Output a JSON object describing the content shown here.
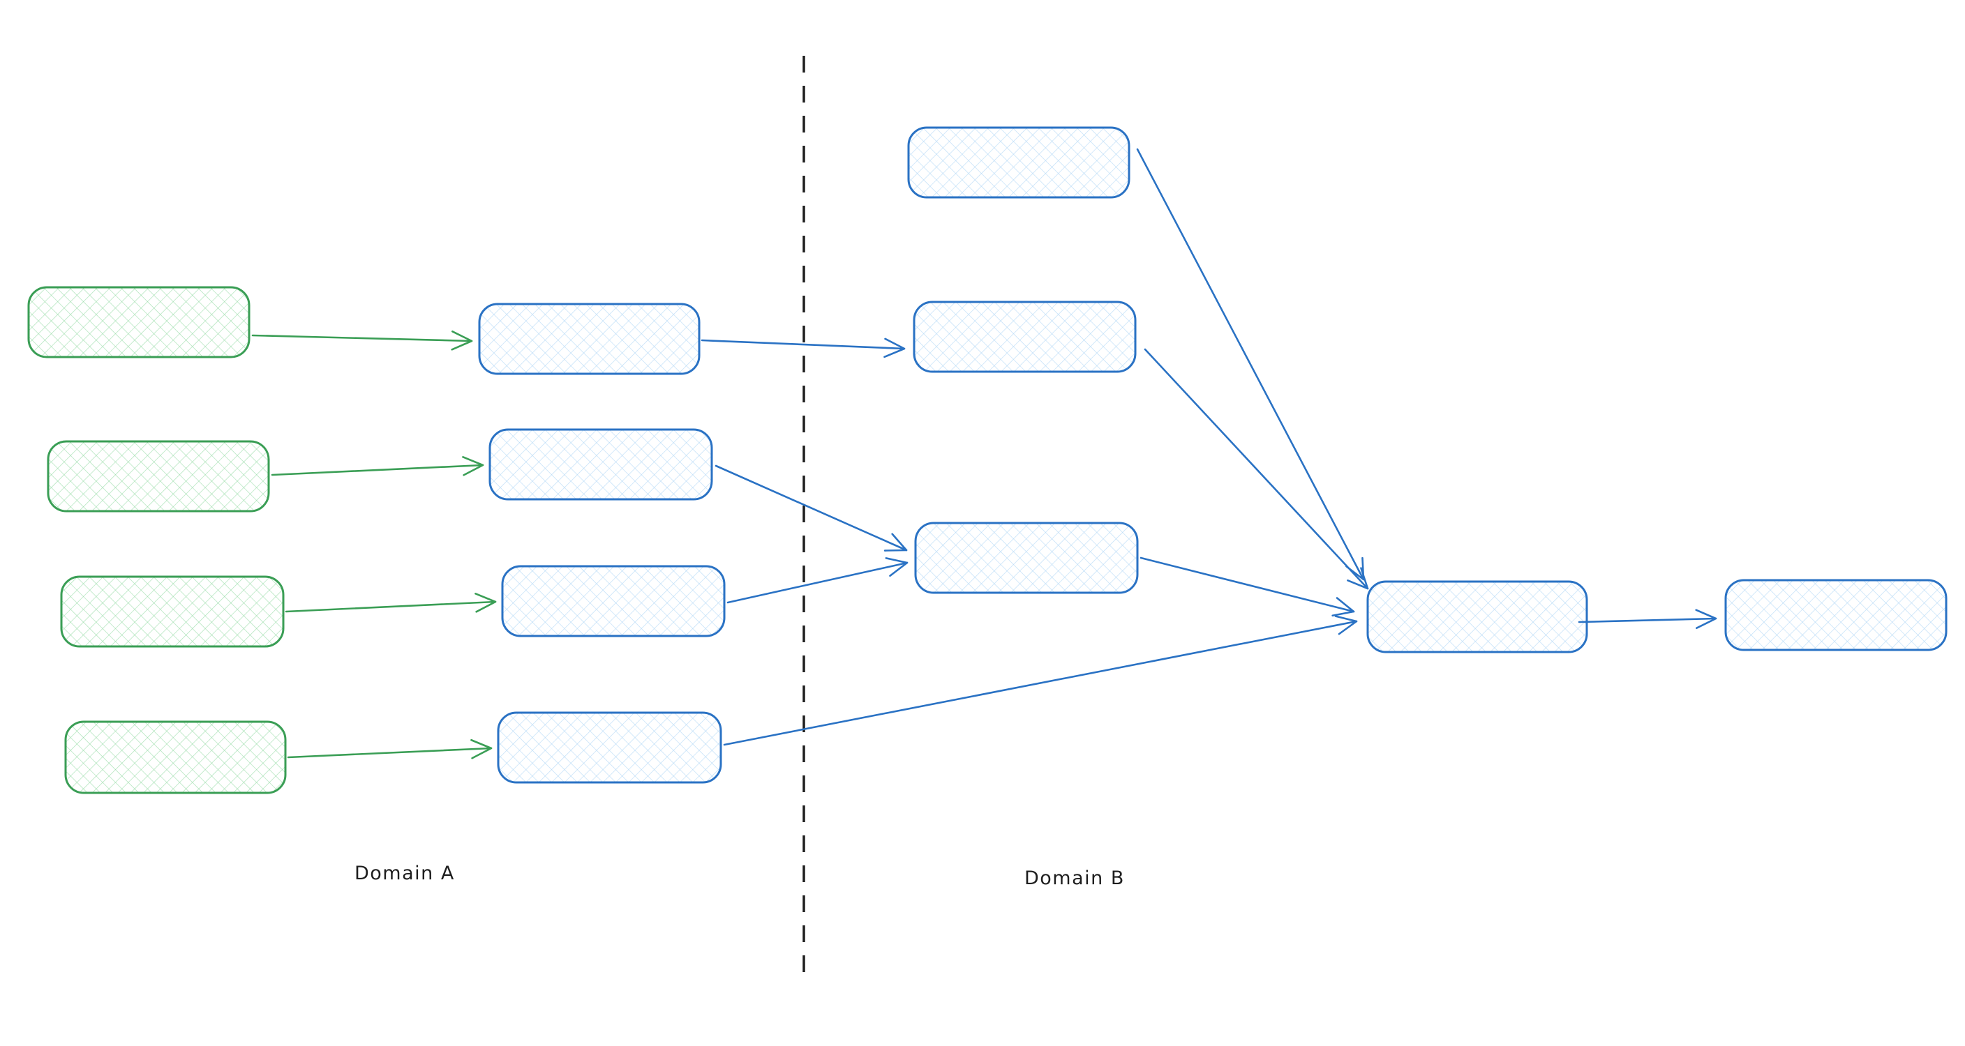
{
  "diagram": {
    "type": "flow-diagram",
    "labels": {
      "domain_a": "Domain A",
      "domain_b": "Domain B"
    },
    "colors": {
      "green_stroke": "#3a9e55",
      "green_fill": "#86d698",
      "blue_stroke": "#2a72c4",
      "blue_fill": "#a9d3f5",
      "divider": "#1e1e1e",
      "label_text": "#1e1e1e",
      "background": "#ffffff"
    },
    "structure": {
      "domain_a_nodes": [
        {
          "id": "green-node-1",
          "style": "green-hatched",
          "label": ""
        },
        {
          "id": "green-node-2",
          "style": "green-hatched",
          "label": ""
        },
        {
          "id": "green-node-3",
          "style": "green-hatched",
          "label": ""
        },
        {
          "id": "green-node-4",
          "style": "green-hatched",
          "label": ""
        },
        {
          "id": "blue-node-m1",
          "style": "blue-hatched",
          "label": ""
        },
        {
          "id": "blue-node-m2",
          "style": "blue-hatched",
          "label": ""
        },
        {
          "id": "blue-node-m3",
          "style": "blue-hatched",
          "label": ""
        },
        {
          "id": "blue-node-m4",
          "style": "blue-hatched",
          "label": ""
        }
      ],
      "domain_b_nodes": [
        {
          "id": "blue-node-b1",
          "style": "blue-hatched",
          "label": ""
        },
        {
          "id": "blue-node-b2",
          "style": "blue-hatched",
          "label": ""
        },
        {
          "id": "blue-node-b3",
          "style": "blue-hatched",
          "label": ""
        },
        {
          "id": "aggregator-node",
          "style": "blue-hatched",
          "label": ""
        },
        {
          "id": "output-node",
          "style": "blue-hatched",
          "label": ""
        }
      ],
      "edges": [
        {
          "from": "green-node-1",
          "to": "blue-node-m1",
          "color": "green"
        },
        {
          "from": "green-node-2",
          "to": "blue-node-m2",
          "color": "green"
        },
        {
          "from": "green-node-3",
          "to": "blue-node-m3",
          "color": "green"
        },
        {
          "from": "green-node-4",
          "to": "blue-node-m4",
          "color": "green"
        },
        {
          "from": "blue-node-m1",
          "to": "blue-node-b2",
          "color": "blue"
        },
        {
          "from": "blue-node-m2",
          "to": "blue-node-b3",
          "color": "blue"
        },
        {
          "from": "blue-node-m3",
          "to": "blue-node-b3",
          "color": "blue"
        },
        {
          "from": "blue-node-m4",
          "to": "aggregator-node",
          "color": "blue"
        },
        {
          "from": "blue-node-b1",
          "to": "aggregator-node",
          "color": "blue"
        },
        {
          "from": "blue-node-b2",
          "to": "aggregator-node",
          "color": "blue"
        },
        {
          "from": "blue-node-b3",
          "to": "aggregator-node",
          "color": "blue"
        },
        {
          "from": "aggregator-node",
          "to": "output-node",
          "color": "blue"
        }
      ]
    }
  }
}
